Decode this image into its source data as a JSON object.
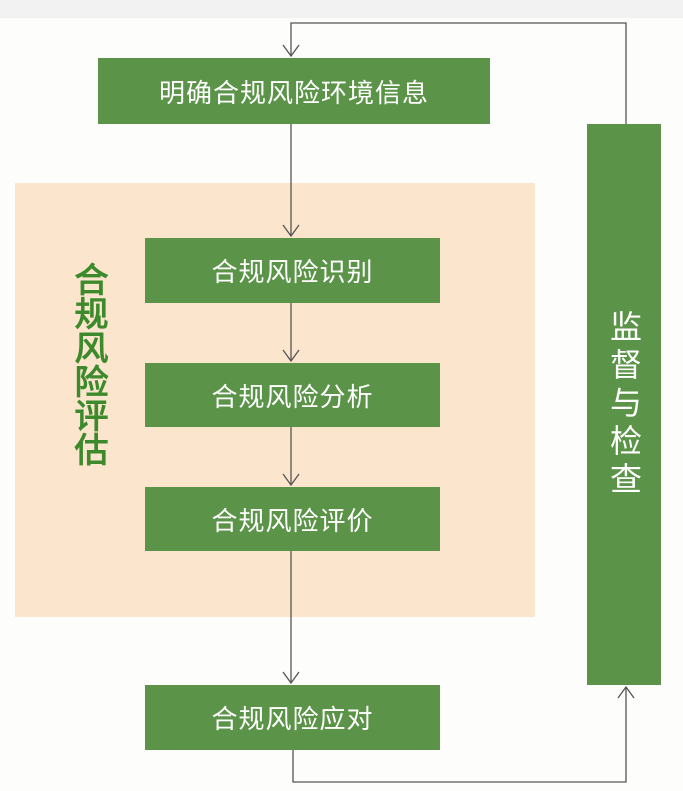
{
  "diagram": {
    "steps": {
      "context": "明确合规风险环境信息",
      "identify": "合规风险识别",
      "analyze": "合规风险分析",
      "evaluate": "合规风险评价",
      "respond": "合规风险应对"
    },
    "assessment_group_label": "合规风险评估",
    "monitor_label": "监督与检查"
  },
  "colors": {
    "box": "#5b9449",
    "group_bg": "#fce5cd",
    "group_label": "#3d8a2c"
  }
}
